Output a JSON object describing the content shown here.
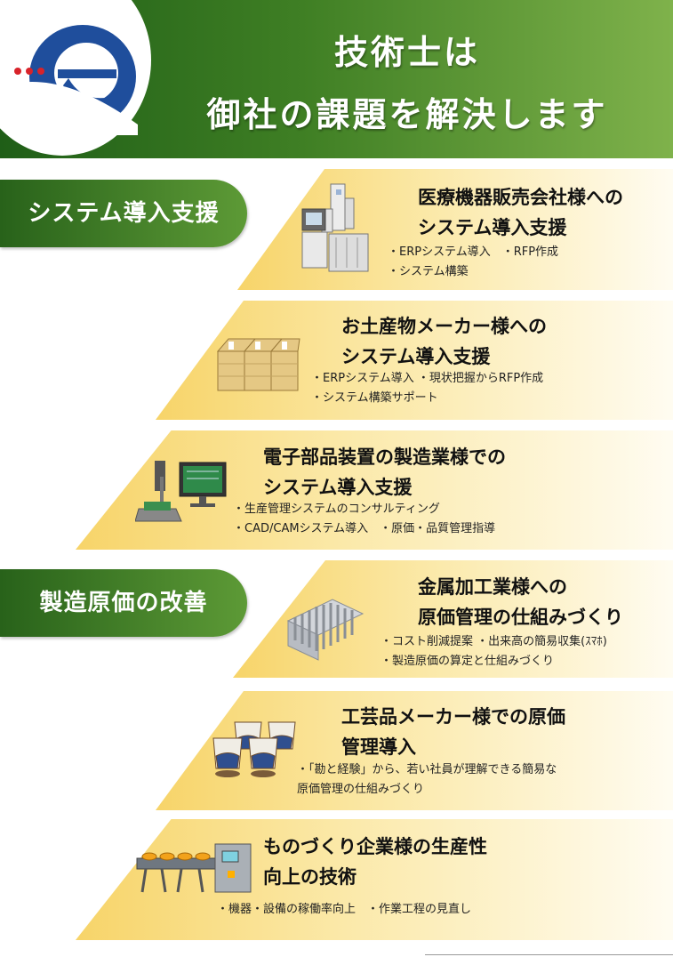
{
  "header": {
    "title_line1": "技術士は",
    "title_line2": "御社の課題を解決します"
  },
  "categories": {
    "system": "システム導入支援",
    "cost": "製造原価の改善"
  },
  "cards": [
    {
      "title1": "医療機器販売会社様への",
      "title2": "システム導入支援",
      "desc1": "・ERPシステム導入　・RFP作成",
      "desc2": "・システム構築",
      "icon": "medical-equipment-icon"
    },
    {
      "title1": "お土産物メーカー様への",
      "title2": "システム導入支援",
      "desc1": "・ERPシステム導入 ・現状把握からRFP作成",
      "desc2": "・システム構築サポート",
      "icon": "souvenir-boxes-icon"
    },
    {
      "title1": "電子部品装置の製造業様での",
      "title2": "システム導入支援",
      "desc1": "・生産管理システムのコンサルティング",
      "desc2": "・CAD/CAMシステム導入　・原価・品質管理指導",
      "icon": "microscope-computer-icon"
    },
    {
      "title1": "金属加工業様への",
      "title2": "原価管理の仕組みづくり",
      "desc1": "・コスト削減提案 ・出来高の簡易収集(ｽﾏﾎ)",
      "desc2": "・製造原価の算定と仕組みづくり",
      "icon": "metal-heatsink-icon"
    },
    {
      "title1": "工芸品メーカー様での原価",
      "title2": "管理導入",
      "desc1": "・「勘と経験」から、若い社員が理解できる簡易な",
      "desc2": "原価管理の仕組みづくり",
      "icon": "teacups-icon"
    },
    {
      "title1": "ものづくり企業様の生産性",
      "title2": "向上の技術",
      "desc1": "・機器・設備の稼働率向上　・作業工程の見直し",
      "desc2": "",
      "icon": "conveyor-machine-icon"
    }
  ],
  "colors": {
    "brand_blue": "#1f4e9c",
    "dot_red": "#d8232a",
    "green_dark": "#28621a",
    "band_yellow": "#f7d469"
  }
}
